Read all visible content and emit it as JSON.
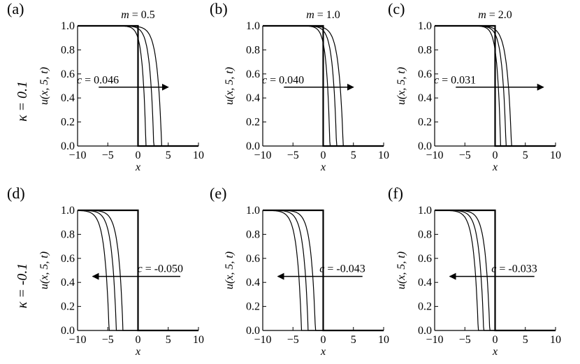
{
  "figure": {
    "row_labels": [
      "κ = 0.1",
      "κ = -0.1"
    ]
  },
  "chart_data": [
    {
      "type": "line",
      "panel_label": "(a)",
      "title": "m = 0.5",
      "xlabel": "x",
      "ylabel": "u(x, 5, t)",
      "xlim": [
        -10,
        10
      ],
      "ylim": [
        0,
        1
      ],
      "xticks": [
        "−10",
        "−5",
        "0",
        "5",
        "10"
      ],
      "yticks": [
        "0.0",
        "0.2",
        "0.4",
        "0.6",
        "0.8",
        "1.0"
      ],
      "annotation": {
        "text": "c = 0.046",
        "arrow_direction": "right",
        "arrow_from_x": -6.5,
        "arrow_to_x": 5,
        "arrow_y": 0.49
      },
      "series": [
        {
          "front": 0,
          "sharp": true,
          "thick": true
        },
        {
          "front": 1.3,
          "decay": 0.6,
          "dir": "right"
        },
        {
          "front": 2.6,
          "decay": 0.7,
          "dir": "right"
        },
        {
          "front": 3.9,
          "decay": 0.8,
          "dir": "right"
        }
      ]
    },
    {
      "type": "line",
      "panel_label": "(b)",
      "title": "m = 1.0",
      "xlabel": "x",
      "ylabel": "u(x, 5, t)",
      "xlim": [
        -10,
        10
      ],
      "ylim": [
        0,
        1
      ],
      "xticks": [
        "−10",
        "−5",
        "0",
        "5",
        "10"
      ],
      "yticks": [
        "0.0",
        "0.2",
        "0.4",
        "0.6",
        "0.8",
        "1.0"
      ],
      "annotation": {
        "text": "c = 0.040",
        "arrow_direction": "right",
        "arrow_from_x": -6.5,
        "arrow_to_x": 5,
        "arrow_y": 0.49
      },
      "series": [
        {
          "front": 0,
          "sharp": true,
          "thick": true
        },
        {
          "front": 1.1,
          "decay": 0.6,
          "dir": "right"
        },
        {
          "front": 2.2,
          "decay": 0.7,
          "dir": "right"
        },
        {
          "front": 3.3,
          "decay": 0.8,
          "dir": "right"
        }
      ]
    },
    {
      "type": "line",
      "panel_label": "(c)",
      "title": "m = 2.0",
      "xlabel": "x",
      "ylabel": "u(x, 5, t)",
      "xlim": [
        -10,
        10
      ],
      "ylim": [
        0,
        1
      ],
      "xticks": [
        "−10",
        "−5",
        "0",
        "5",
        "10"
      ],
      "yticks": [
        "0.0",
        "0.2",
        "0.4",
        "0.6",
        "0.8",
        "1.0"
      ],
      "annotation": {
        "text": "c = 0.031",
        "arrow_direction": "right",
        "arrow_from_x": -6.5,
        "arrow_to_x": 8,
        "arrow_y": 0.49
      },
      "series": [
        {
          "front": 0,
          "sharp": true,
          "thick": true
        },
        {
          "front": 0.9,
          "decay": 0.6,
          "dir": "right"
        },
        {
          "front": 1.8,
          "decay": 0.7,
          "dir": "right"
        },
        {
          "front": 2.7,
          "decay": 0.8,
          "dir": "right"
        }
      ]
    },
    {
      "type": "line",
      "panel_label": "(d)",
      "title": "",
      "xlabel": "x",
      "ylabel": "u(x, 5, t)",
      "xlim": [
        -10,
        10
      ],
      "ylim": [
        0,
        1
      ],
      "xticks": [
        "−10",
        "−5",
        "0",
        "5",
        "10"
      ],
      "yticks": [
        "0.0",
        "0.2",
        "0.4",
        "0.6",
        "0.8",
        "1.0"
      ],
      "annotation": {
        "text": "c = -0.050",
        "arrow_direction": "left",
        "arrow_from_x": 7,
        "arrow_to_x": -7.5,
        "arrow_y": 0.45
      },
      "series": [
        {
          "front": 0,
          "sharp": true,
          "thick": true
        },
        {
          "front": -2.5,
          "decay": 0.8,
          "dir": "left"
        },
        {
          "front": -3.6,
          "decay": 0.8,
          "dir": "left"
        },
        {
          "front": -4.8,
          "decay": 0.8,
          "dir": "left"
        }
      ]
    },
    {
      "type": "line",
      "panel_label": "(e)",
      "title": "",
      "xlabel": "x",
      "ylabel": "u(x, 5, t)",
      "xlim": [
        -10,
        10
      ],
      "ylim": [
        0,
        1
      ],
      "xticks": [
        "−10",
        "−5",
        "0",
        "5",
        "10"
      ],
      "yticks": [
        "0.0",
        "0.2",
        "0.4",
        "0.6",
        "0.8",
        "1.0"
      ],
      "annotation": {
        "text": "c = -0.043",
        "arrow_direction": "left",
        "arrow_from_x": 6.5,
        "arrow_to_x": -7.5,
        "arrow_y": 0.45
      },
      "series": [
        {
          "front": 0,
          "sharp": true,
          "thick": true
        },
        {
          "front": -1.3,
          "decay": 0.8,
          "dir": "left"
        },
        {
          "front": -2.5,
          "decay": 0.8,
          "dir": "left"
        },
        {
          "front": -3.6,
          "decay": 0.8,
          "dir": "left"
        }
      ]
    },
    {
      "type": "line",
      "panel_label": "(f)",
      "title": "",
      "xlabel": "x",
      "ylabel": "u(x, 5, t)",
      "xlim": [
        -10,
        10
      ],
      "ylim": [
        0,
        1
      ],
      "xticks": [
        "−10",
        "−5",
        "0",
        "5",
        "10"
      ],
      "yticks": [
        "0.0",
        "0.2",
        "0.4",
        "0.6",
        "0.8",
        "1.0"
      ],
      "annotation": {
        "text": "c = -0.033",
        "arrow_direction": "left",
        "arrow_from_x": 6.5,
        "arrow_to_x": -7.5,
        "arrow_y": 0.45
      },
      "series": [
        {
          "front": 0,
          "sharp": true,
          "thick": true
        },
        {
          "front": -0.9,
          "decay": 0.8,
          "dir": "left"
        },
        {
          "front": -1.9,
          "decay": 0.8,
          "dir": "left"
        },
        {
          "front": -2.8,
          "decay": 0.8,
          "dir": "left"
        }
      ]
    }
  ]
}
